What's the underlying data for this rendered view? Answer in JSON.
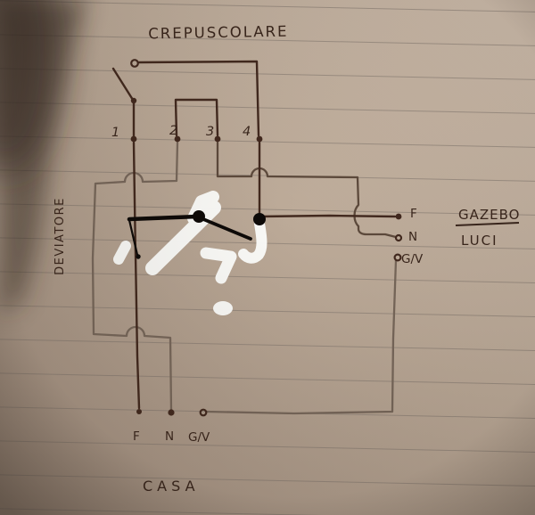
{
  "crepuscolare": {
    "label": "CREPUSCOLARE",
    "terminals": [
      "1",
      "2",
      "3",
      "4"
    ]
  },
  "deviatore": {
    "label": "DEVIATORE"
  },
  "gazebo": {
    "name": "GAZEBO",
    "sub": "LUCI",
    "terminals": [
      "F",
      "N",
      "G/V"
    ]
  },
  "casa": {
    "label": "CASA",
    "terminals": [
      "F",
      "N",
      "G/V"
    ]
  },
  "colors": {
    "paper": "#b9a795",
    "pen_dark": "#42291e",
    "pen_mid": "#5d4a3c",
    "pen_gray": "#77675a",
    "marker_black": "#0d0a08",
    "whiteout": "#fdfdfb",
    "ink_text": "#3a261c"
  }
}
